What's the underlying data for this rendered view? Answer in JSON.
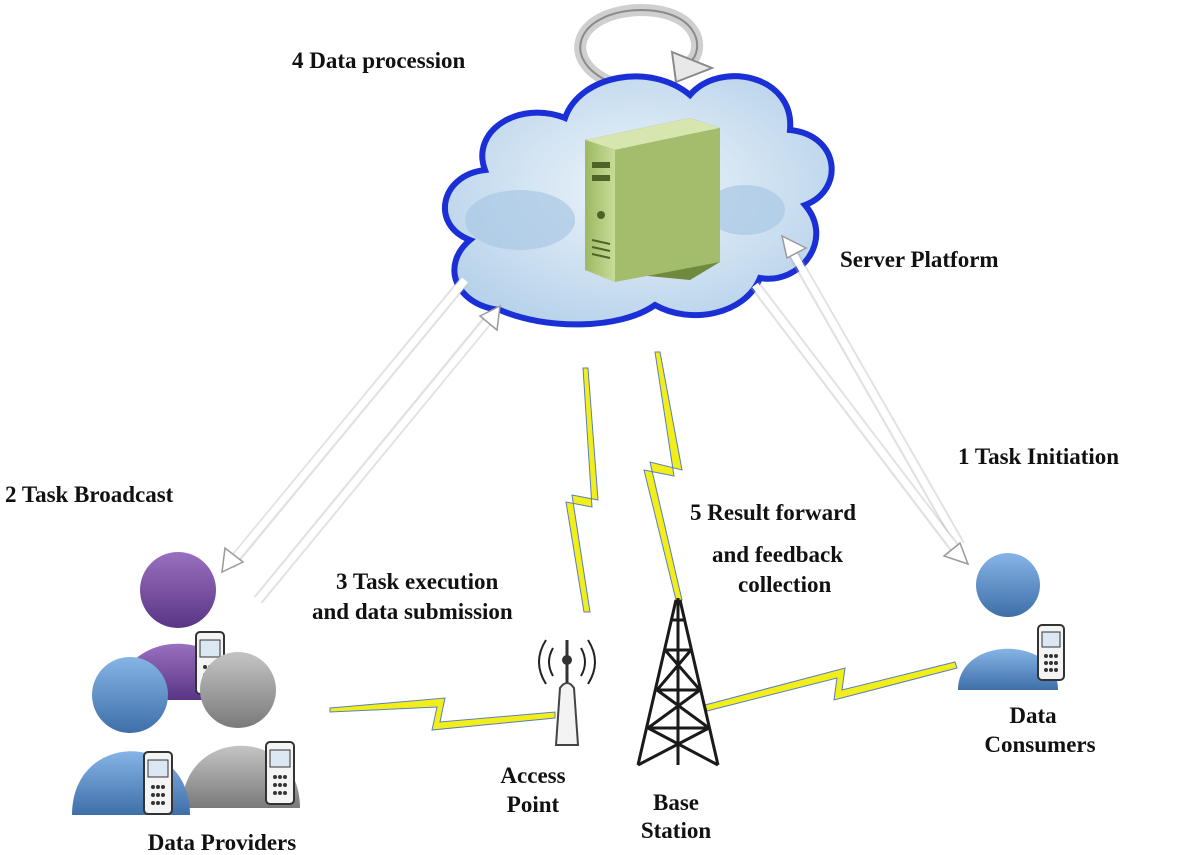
{
  "labels": {
    "data_procession": "4  Data procession",
    "server_platform": "Server Platform",
    "task_initiation": "1  Task Initiation",
    "task_broadcast": "2  Task Broadcast",
    "task_execution_line1": "3 Task execution",
    "task_execution_line2": "and data submission",
    "result_forward_line1": "5 Result forward",
    "result_forward_line2": "and feedback",
    "result_forward_line3": "collection",
    "access_point_line1": "Access",
    "access_point_line2": "Point",
    "base_station_line1": "Base",
    "base_station_line2": "Station",
    "data_consumers_line1": "Data",
    "data_consumers_line2": "Consumers",
    "data_providers": "Data Providers"
  },
  "colors": {
    "cloud_border": "#1a2fd6",
    "cloud_fill": "#c9dff0",
    "server_green": "#b9cf86",
    "lightning": "#f2ee1a",
    "user_blue": "#5b8fc9",
    "user_purple": "#7a4fa0",
    "user_gray": "#9a9a9a",
    "tower": "#1a1a1a"
  }
}
